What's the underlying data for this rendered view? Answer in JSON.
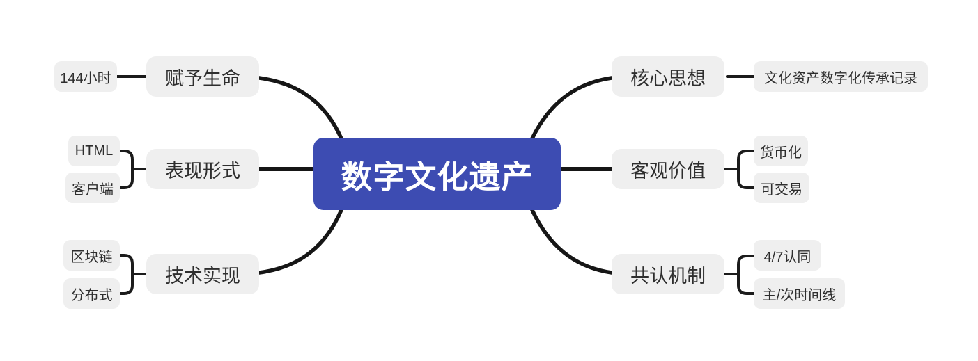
{
  "diagram": {
    "type": "mindmap",
    "colors": {
      "root_background": "#3d4cb2",
      "root_text": "#ffffff",
      "topic_background": "#efefef",
      "topic_text": "#2e2e2e",
      "connector": "#161616",
      "canvas_background": "#ffffff"
    }
  },
  "root": {
    "label": "数字文化遗产"
  },
  "branches": [
    {
      "side": "left",
      "label": "赋予生命",
      "children": [
        "144小时"
      ]
    },
    {
      "side": "left",
      "label": "表现形式",
      "children": [
        "HTML",
        "客户端"
      ]
    },
    {
      "side": "left",
      "label": "技术实现",
      "children": [
        "区块链",
        "分布式"
      ]
    },
    {
      "side": "right",
      "label": "核心思想",
      "children": [
        "文化资产数字化传承记录"
      ]
    },
    {
      "side": "right",
      "label": "客观价值",
      "children": [
        "货币化",
        "可交易"
      ]
    },
    {
      "side": "right",
      "label": "共认机制",
      "children": [
        "4/7认同",
        "主/次时间线"
      ]
    }
  ]
}
